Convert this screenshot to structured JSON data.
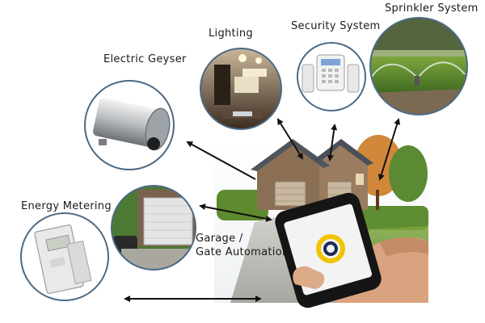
{
  "labels": {
    "electric_geyser": "Electric Geyser",
    "lighting": "Lighting",
    "security_system": "Security System",
    "sprinkler_system": "Sprinkler System",
    "energy_metering": "Energy Metering",
    "garage_line1": "Garage /",
    "garage_line2": "Gate Automation"
  }
}
